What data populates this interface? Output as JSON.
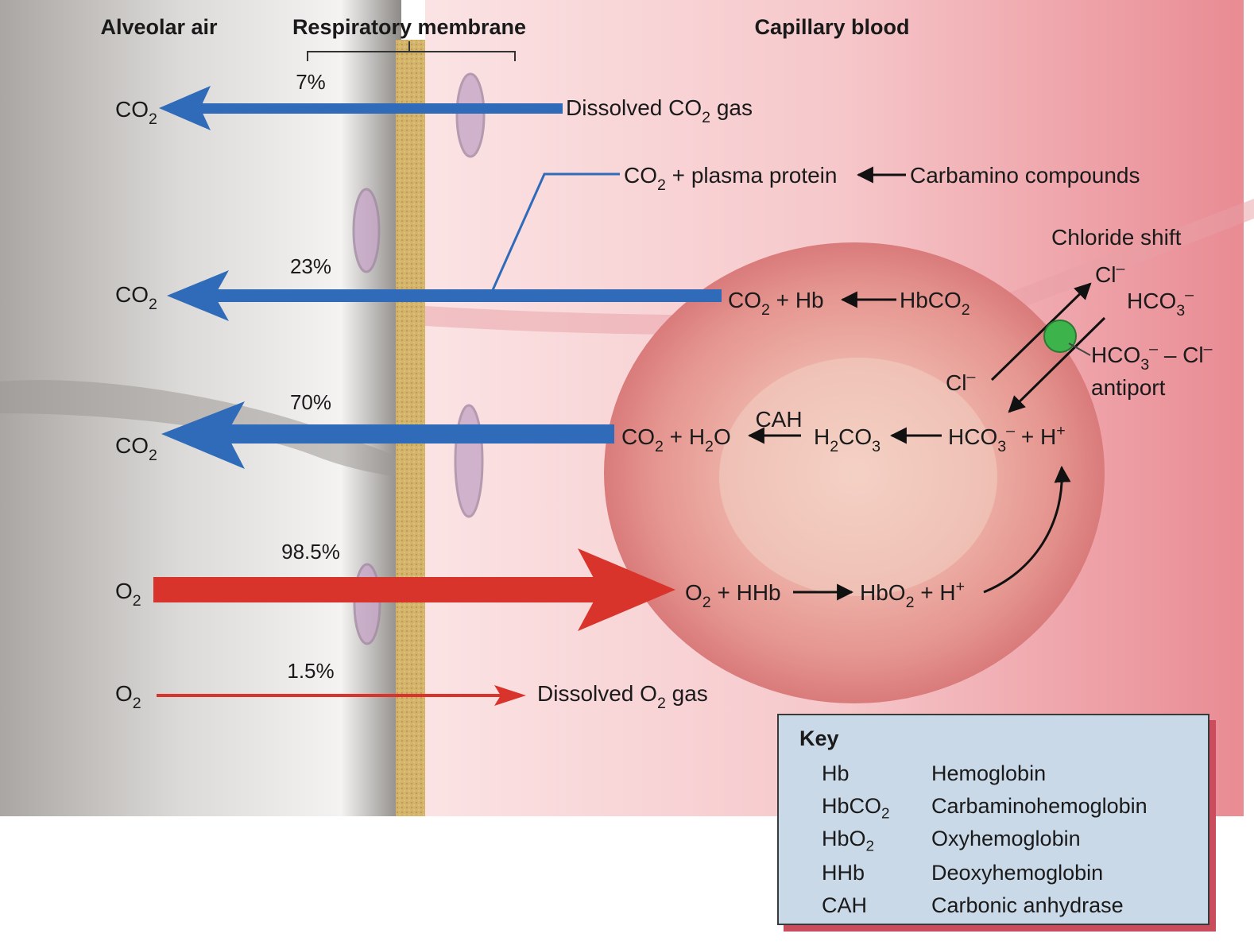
{
  "headers": {
    "alveolar": "Alveolar air",
    "membrane": "Respiratory membrane",
    "capillary": "Capillary blood"
  },
  "left_labels": {
    "co2_a": [
      "CO",
      "2"
    ],
    "co2_b": [
      "CO",
      "2"
    ],
    "co2_c": [
      "CO",
      "2"
    ],
    "o2_a": [
      "O",
      "2"
    ],
    "o2_b": [
      "O",
      "2"
    ]
  },
  "percentages": {
    "dissolved_co2": "7%",
    "carbamino": "23%",
    "bicarbonate": "70%",
    "hemoglobin_o2": "98.5%",
    "dissolved_o2": "1.5%"
  },
  "labels": {
    "dissolved_co2_gas": [
      "Dissolved CO",
      "2",
      " gas"
    ],
    "co2_plasma_protein": [
      "CO",
      "2",
      " + plasma protein"
    ],
    "carbamino_compounds": "Carbamino compounds",
    "chloride_shift": "Chloride shift",
    "cl_out": [
      "Cl",
      "–"
    ],
    "hco3_out": [
      "HCO",
      "3",
      "–"
    ],
    "co2_hb": [
      "CO",
      "2",
      " + Hb"
    ],
    "hbco2": [
      "HbCO",
      "2"
    ],
    "cl_in": [
      "Cl",
      "–"
    ],
    "antiport_line1": [
      "HCO",
      "3",
      "–",
      " – Cl",
      "–"
    ],
    "antiport_line2": "antiport",
    "cah": "CAH",
    "co2_h2o": [
      "CO",
      "2",
      " + H",
      "2",
      "O"
    ],
    "h2co3": [
      "H",
      "2",
      "CO",
      "3"
    ],
    "hco3_h": [
      "HCO",
      "3",
      "–",
      " + H",
      "+"
    ],
    "o2_hhb": [
      "O",
      "2",
      " + HHb"
    ],
    "hbo2_h": [
      "HbO",
      "2",
      " + H",
      "+"
    ],
    "dissolved_o2_gas": [
      "Dissolved O",
      "2",
      " gas"
    ]
  },
  "key": {
    "title": "Key",
    "rows": [
      {
        "abbr": "Hb",
        "abbr_sub": "",
        "name": "Hemoglobin"
      },
      {
        "abbr": "HbCO",
        "abbr_sub": "2",
        "name": "Carbaminohemoglobin"
      },
      {
        "abbr": "HbO",
        "abbr_sub": "2",
        "name": "Oxyhemoglobin"
      },
      {
        "abbr": "HHb",
        "abbr_sub": "",
        "name": "Deoxyhemoglobin"
      },
      {
        "abbr": "CAH",
        "abbr_sub": "",
        "name": "Carbonic anhydrase"
      }
    ]
  },
  "colors": {
    "co2_arrow": "#2f6bb8",
    "o2_arrow": "#d9342b",
    "antiport": "#3cb44b",
    "alveolar_bg": "#c8c6c4",
    "capillary_bg": "#f2b5ba",
    "membrane": "#cfae62",
    "rbc": "#e79c98"
  }
}
